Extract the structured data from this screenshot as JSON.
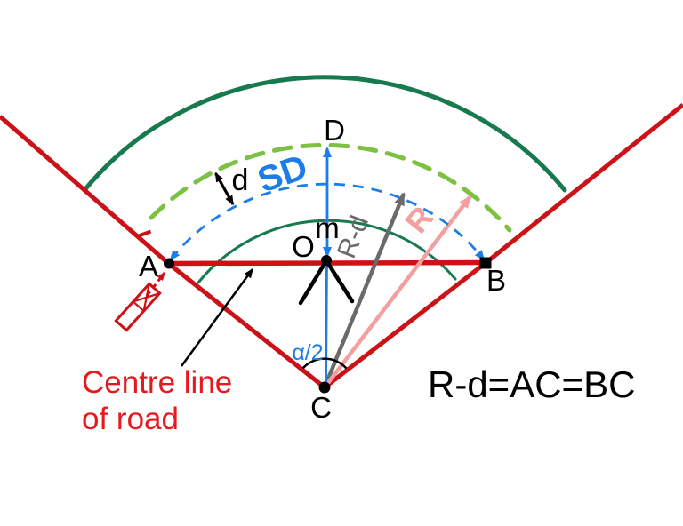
{
  "diagram": {
    "points": {
      "a": "A",
      "b": "B",
      "c": "C",
      "d_point": "D",
      "o": "O",
      "m": "m"
    },
    "measurements": {
      "sight_distance": "SD",
      "offset_d": "d",
      "half_angle": "α/2",
      "radius_minus_d": "R-d",
      "radius": "R"
    },
    "caption": {
      "line1": "Centre line",
      "line2": "of road"
    },
    "equation": "R-d=AC=BC",
    "colors": {
      "road_red": "#cc1216",
      "caption_red": "#e6191e",
      "dark_green": "#177a4e",
      "light_green": "#7cc142",
      "blue": "#1d7de8",
      "gray": "#6a6a6a",
      "pink": "#f39f9f",
      "black": "#000000"
    }
  }
}
